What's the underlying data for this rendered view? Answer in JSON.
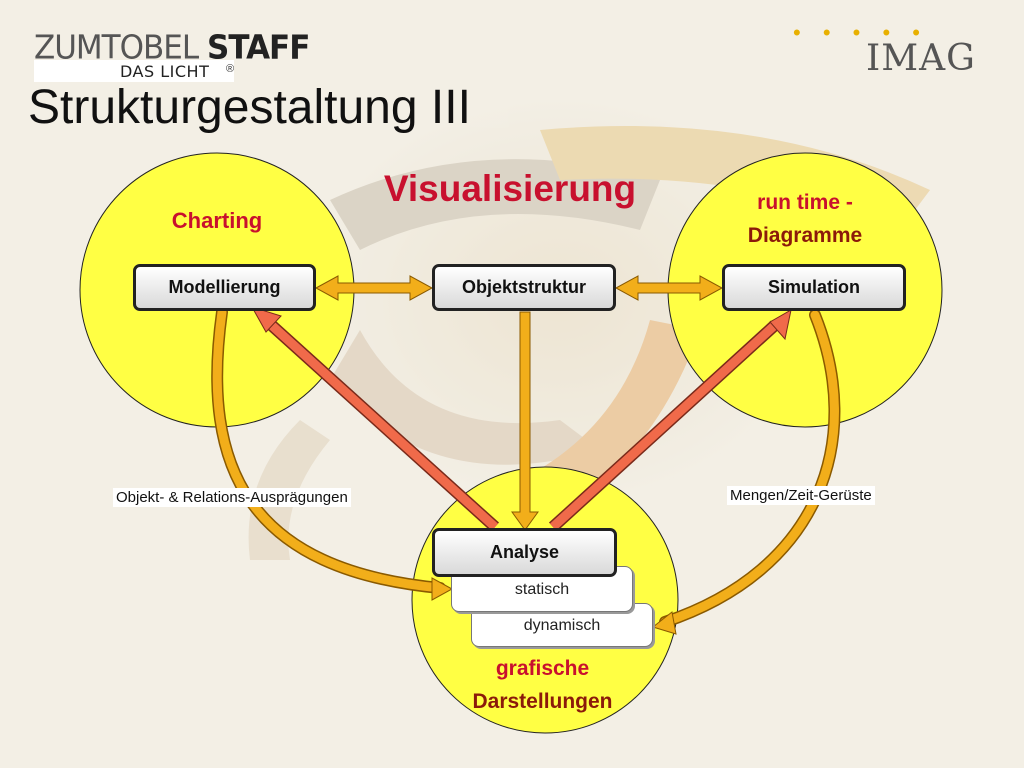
{
  "header": {
    "logo_brand_part1": "ZUMTOBEL",
    "logo_brand_part2": "STAFF",
    "logo_tagline": "DAS LICHT",
    "logo_registered": "®",
    "imag_dots": "• • • • •",
    "imag_logo": "IMAG",
    "title": "Strukturgestaltung III"
  },
  "diagram": {
    "heading": "Visualisierung",
    "circle_left_label": "Charting",
    "circle_right_label_line1": "run time -",
    "circle_right_label_line2": "Diagramme",
    "circle_bottom_label_line1": "grafische",
    "circle_bottom_label_line2": "Darstellungen",
    "boxes": {
      "modellierung": "Modellierung",
      "objektstruktur": "Objektstruktur",
      "simulation": "Simulation",
      "analyse": "Analyse",
      "statisch": "statisch",
      "dynamisch": "dynamisch"
    },
    "captions": {
      "left_curve": "Objekt- & Relations-Ausprägungen",
      "right_curve": "Mengen/Zeit-Gerüste"
    }
  },
  "colors": {
    "circle_fill": "#ffff44",
    "orange_arrow": "#f2ae1a",
    "red_arrow": "#f06a4a",
    "heading_red": "#c8102e"
  }
}
